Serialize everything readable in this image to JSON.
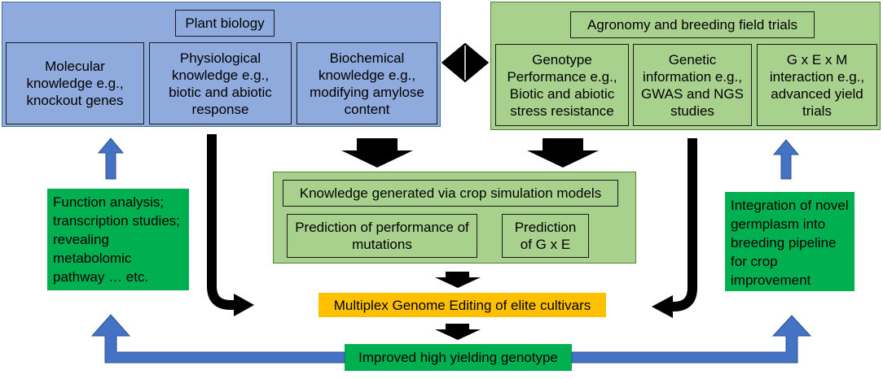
{
  "colors": {
    "blue_fill": "#8faadc",
    "blue_border": "#41719c",
    "green_fill": "#a9d18e",
    "green_border": "#548235",
    "dark_green": "#00b050",
    "orange": "#ffc000",
    "arrow_blue": "#4472c4",
    "arrow_black": "#000000"
  },
  "plant_biology": {
    "title": "Plant biology",
    "items": [
      "Molecular knowledge e.g., knockout genes",
      "Physiological knowledge e.g., biotic and abiotic response",
      "Biochemical knowledge e.g., modifying amylose content"
    ]
  },
  "agronomy": {
    "title": "Agronomy and breeding field trials",
    "items": [
      "Genotype Performance e.g., Biotic and abiotic stress resistance",
      "Genetic information e.g., GWAS and NGS studies",
      "G x E x M interaction e.g., advanced yield trials"
    ]
  },
  "crop_models": {
    "title": "Knowledge generated via crop simulation models",
    "items": [
      "Prediction of performance of mutations",
      "Prediction of G x E"
    ]
  },
  "function_analysis": "Function analysis; transcription studies; revealing metabolomic pathway … etc.",
  "integration": "Integration of novel germplasm into breeding pipeline for crop improvement",
  "multiplex": "Multiplex Genome Editing of elite cultivars",
  "improved": "Improved high yielding genotype"
}
